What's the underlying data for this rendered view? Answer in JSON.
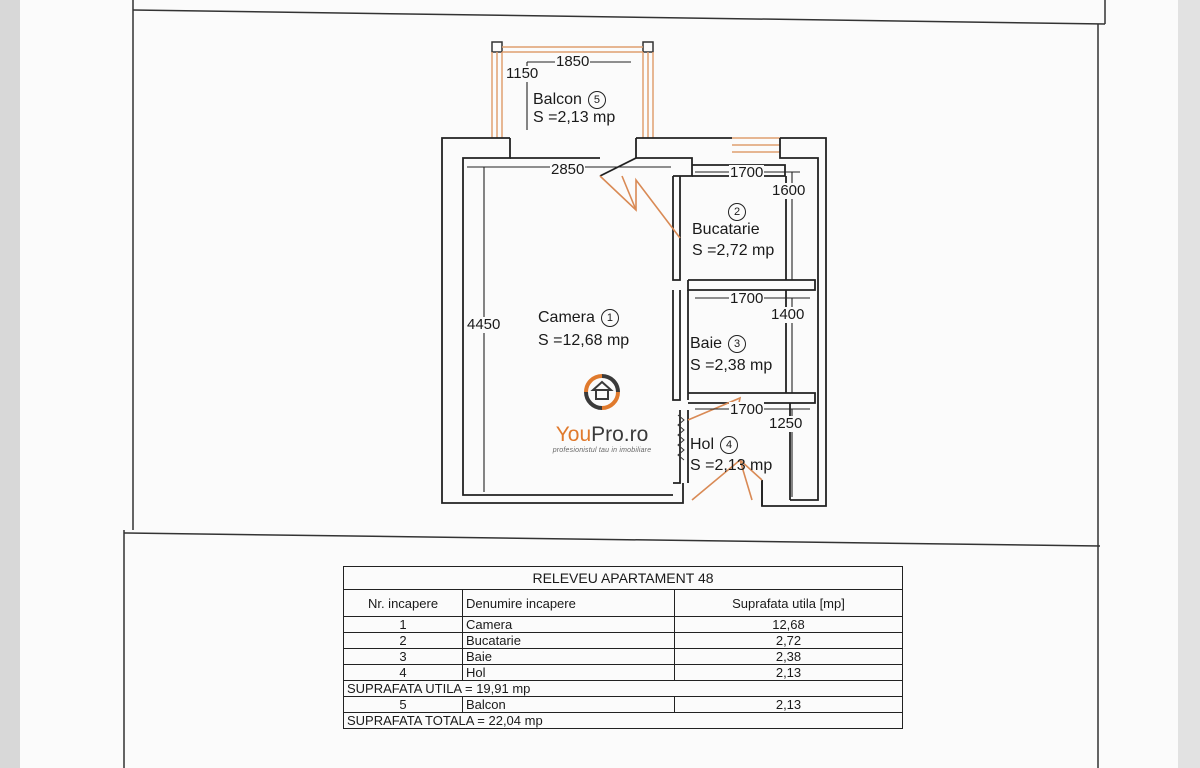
{
  "plan": {
    "rooms": [
      {
        "name": "Camera",
        "number": "1",
        "area": "S =12,68 mp"
      },
      {
        "name": "Bucatarie",
        "number": "2",
        "area": "S =2,72 mp"
      },
      {
        "name": "Baie",
        "number": "3",
        "area": "S =2,38 mp"
      },
      {
        "name": "Hol",
        "number": "4",
        "area": "S =2,13 mp"
      },
      {
        "name": "Balcon",
        "number": "5",
        "area": "S =2,13 mp"
      }
    ],
    "dimensions": {
      "balcon_width": "1850",
      "balcon_depth": "1150",
      "camera_width": "2850",
      "camera_height": "4450",
      "bucatarie_width": "1700",
      "bucatarie_depth": "1600",
      "baie_width": "1700",
      "baie_depth": "1400",
      "hol_width": "1700",
      "hol_depth": "1250"
    },
    "colors": {
      "wall": "#222222",
      "balcony_frame": "#e0a070",
      "door_swing": "#d98a55"
    }
  },
  "logo": {
    "you": "You",
    "pro": "Pro.ro",
    "tagline": "profesionistul tau in imobiliare"
  },
  "table": {
    "title": "RELEVEU APARTAMENT 48",
    "headers": [
      "Nr. incapere",
      "Denumire incapere",
      "Suprafata utila [mp]"
    ],
    "rows": [
      {
        "nr": "1",
        "name": "Camera",
        "area": "12,68"
      },
      {
        "nr": "2",
        "name": "Bucatarie",
        "area": "2,72"
      },
      {
        "nr": "3",
        "name": "Baie",
        "area": "2,38"
      },
      {
        "nr": "4",
        "name": "Hol",
        "area": "2,13"
      }
    ],
    "utila_total": "SUPRAFATA UTILA = 19,91 mp",
    "balcon_row": {
      "nr": "5",
      "name": "Balcon",
      "area": "2,13"
    },
    "total": "SUPRAFATA TOTALA = 22,04 mp"
  }
}
